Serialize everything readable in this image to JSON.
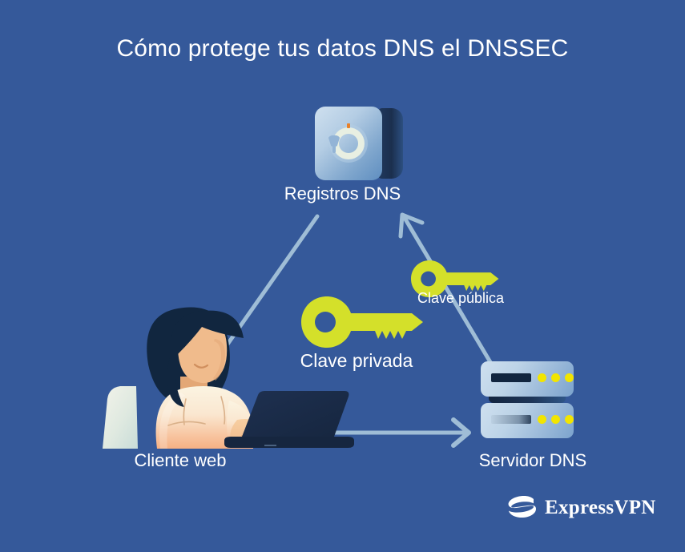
{
  "page": {
    "title": "Cómo protege tus datos DNS el DNSSEC",
    "background_color": "#35599a",
    "text_color": "#ffffff",
    "key_color": "#d4e02a",
    "arrow_color": "#9fbdd6",
    "led_color": "#f2e500"
  },
  "nodes": {
    "dns_records": {
      "label": "Registros DNS",
      "icon": "safe-icon"
    },
    "web_client": {
      "label": "Cliente web",
      "icon": "person-laptop-icon"
    },
    "dns_server": {
      "label": "Servidor DNS",
      "icon": "server-icon"
    }
  },
  "keys": {
    "private": {
      "label": "Clave privada",
      "icon": "key-icon"
    },
    "public": {
      "label": "Clave pública",
      "icon": "key-icon"
    }
  },
  "arrows": [
    {
      "name": "records-to-client",
      "from": "dns_records",
      "to": "web_client"
    },
    {
      "name": "server-to-records",
      "from": "dns_server",
      "to": "dns_records"
    },
    {
      "name": "client-to-server",
      "from": "web_client",
      "to": "dns_server"
    }
  ],
  "brand": {
    "name": "ExpressVPN"
  }
}
